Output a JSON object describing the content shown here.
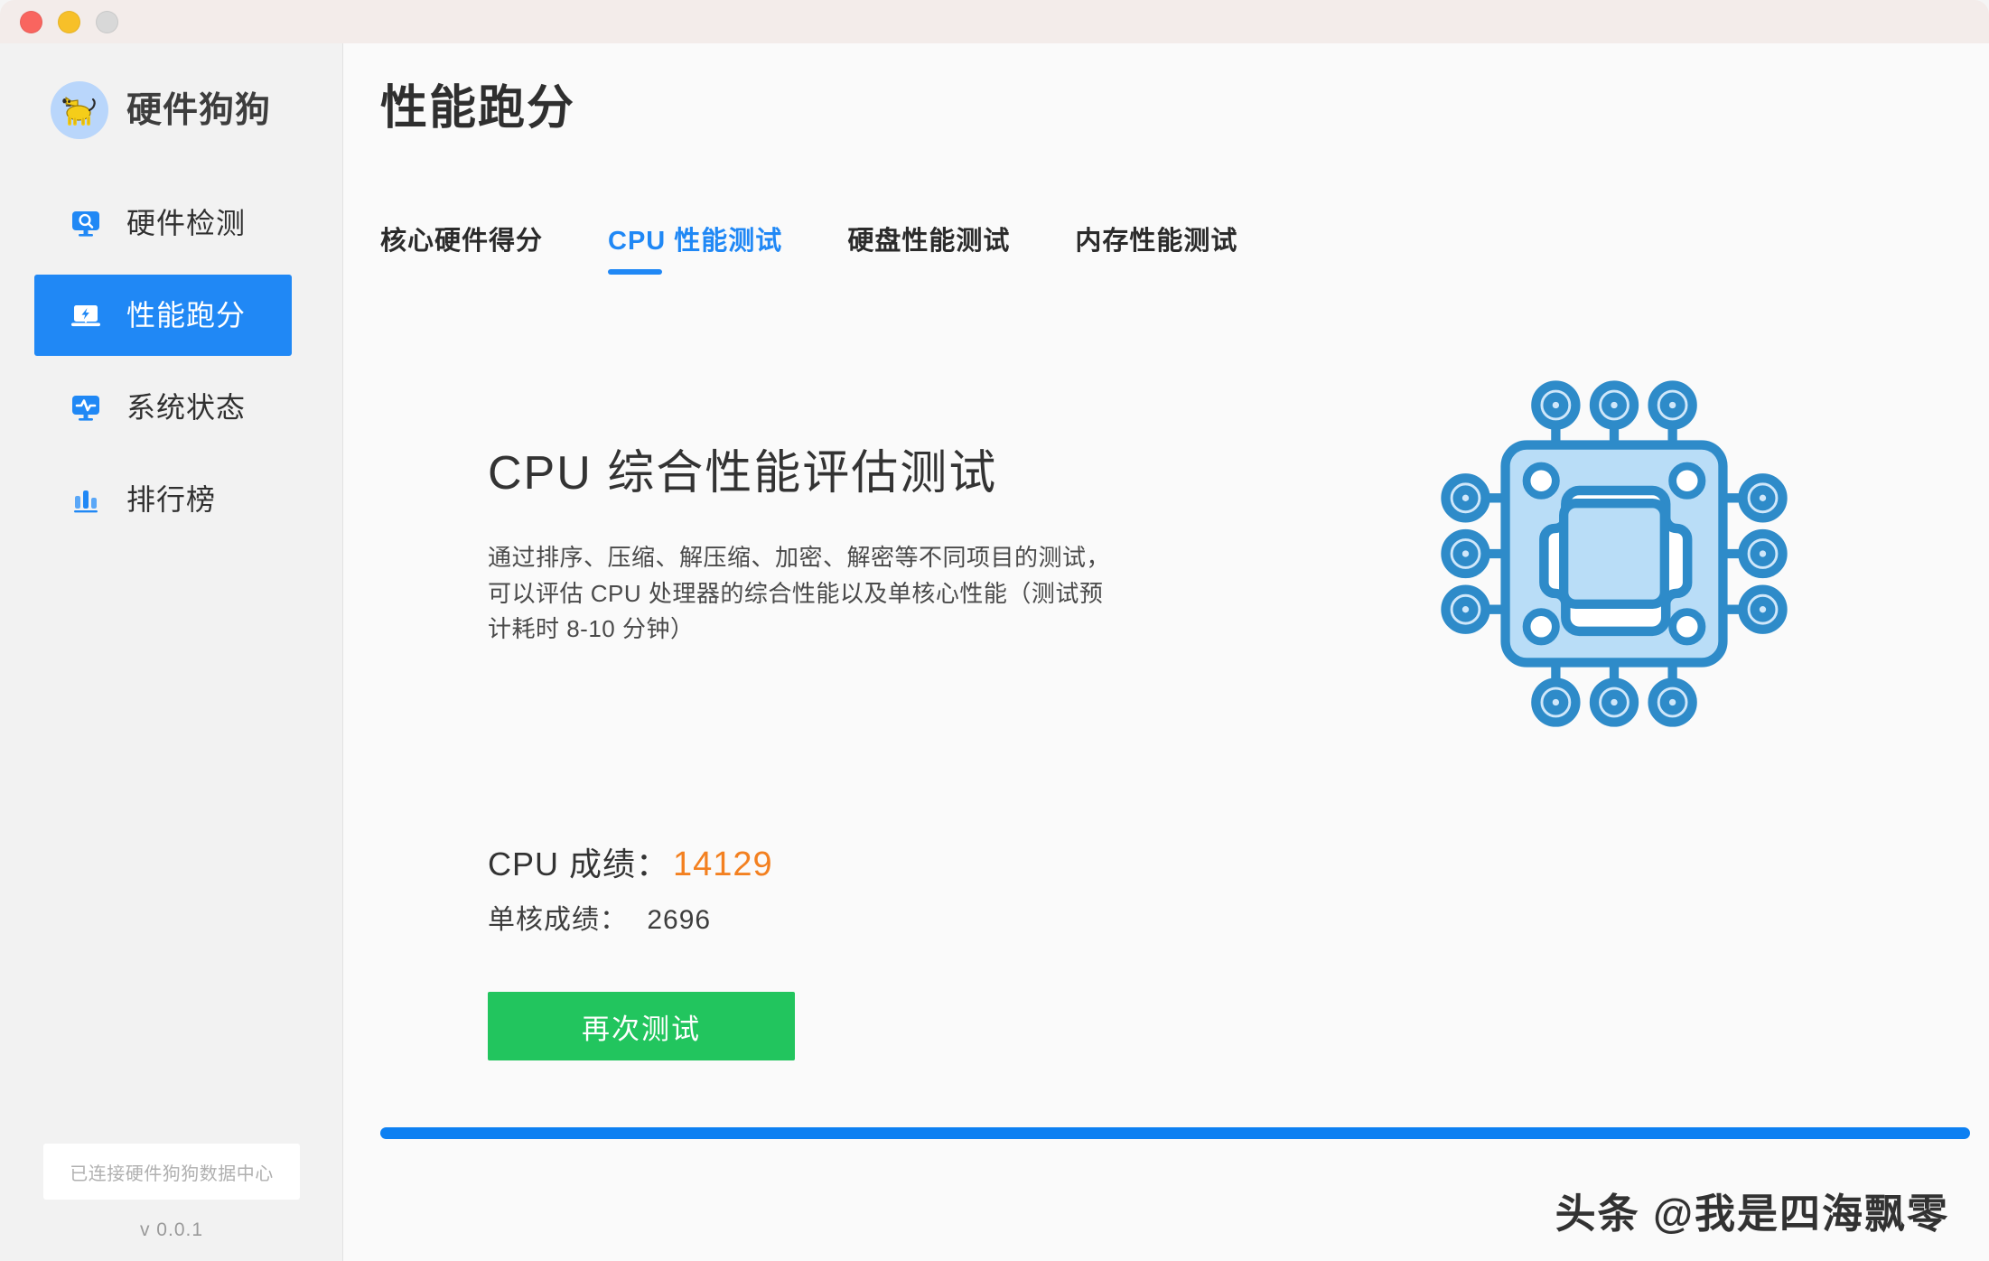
{
  "window": {
    "traffic_lights": [
      {
        "name": "close",
        "color": "#f9655f"
      },
      {
        "name": "minimize",
        "color": "#f7c029"
      },
      {
        "name": "maximize",
        "color": "#d8d8d8"
      }
    ]
  },
  "sidebar": {
    "brand": {
      "name": "硬件狗狗",
      "logo_icon": "dog-icon"
    },
    "items": [
      {
        "label": "硬件检测",
        "icon": "monitor-search-icon",
        "active": false
      },
      {
        "label": "性能跑分",
        "icon": "laptop-bolt-icon",
        "active": true
      },
      {
        "label": "系统状态",
        "icon": "monitor-pulse-icon",
        "active": false
      },
      {
        "label": "排行榜",
        "icon": "bar-chart-icon",
        "active": false
      }
    ],
    "footer": {
      "connect_status": "已连接硬件狗狗数据中心",
      "version": "v 0.0.1"
    }
  },
  "header": {
    "title": "性能跑分"
  },
  "tabs": [
    {
      "label": "核心硬件得分",
      "active": false
    },
    {
      "label": "CPU 性能测试",
      "active": true
    },
    {
      "label": "硬盘性能测试",
      "active": false
    },
    {
      "label": "内存性能测试",
      "active": false
    }
  ],
  "main": {
    "test_heading": "CPU 综合性能评估测试",
    "test_description": "通过排序、压缩、解压缩、加密、解密等不同项目的测试，可以评估 CPU 处理器的综合性能以及单核心性能（测试预计耗时 8-10 分钟）",
    "score": {
      "cpu_label": "CPU 成绩：",
      "cpu_value": "14129",
      "cpu_value_color": "#f38020",
      "single_label": "单核成绩：",
      "single_value": "2696"
    },
    "retest_button": "再次测试",
    "chip_illustration_icon": "cpu-chip-icon"
  },
  "progress": {
    "percent": 100,
    "color": "#0d80f2"
  },
  "watermark": {
    "text": "头条 @我是四海飘零"
  },
  "colors": {
    "accent_blue": "#2088f5",
    "green": "#22c55e",
    "orange": "#f38020",
    "sidebar_bg": "#f2f2f2",
    "main_bg": "#fafafa",
    "titlebar_bg": "#f3ecea"
  }
}
